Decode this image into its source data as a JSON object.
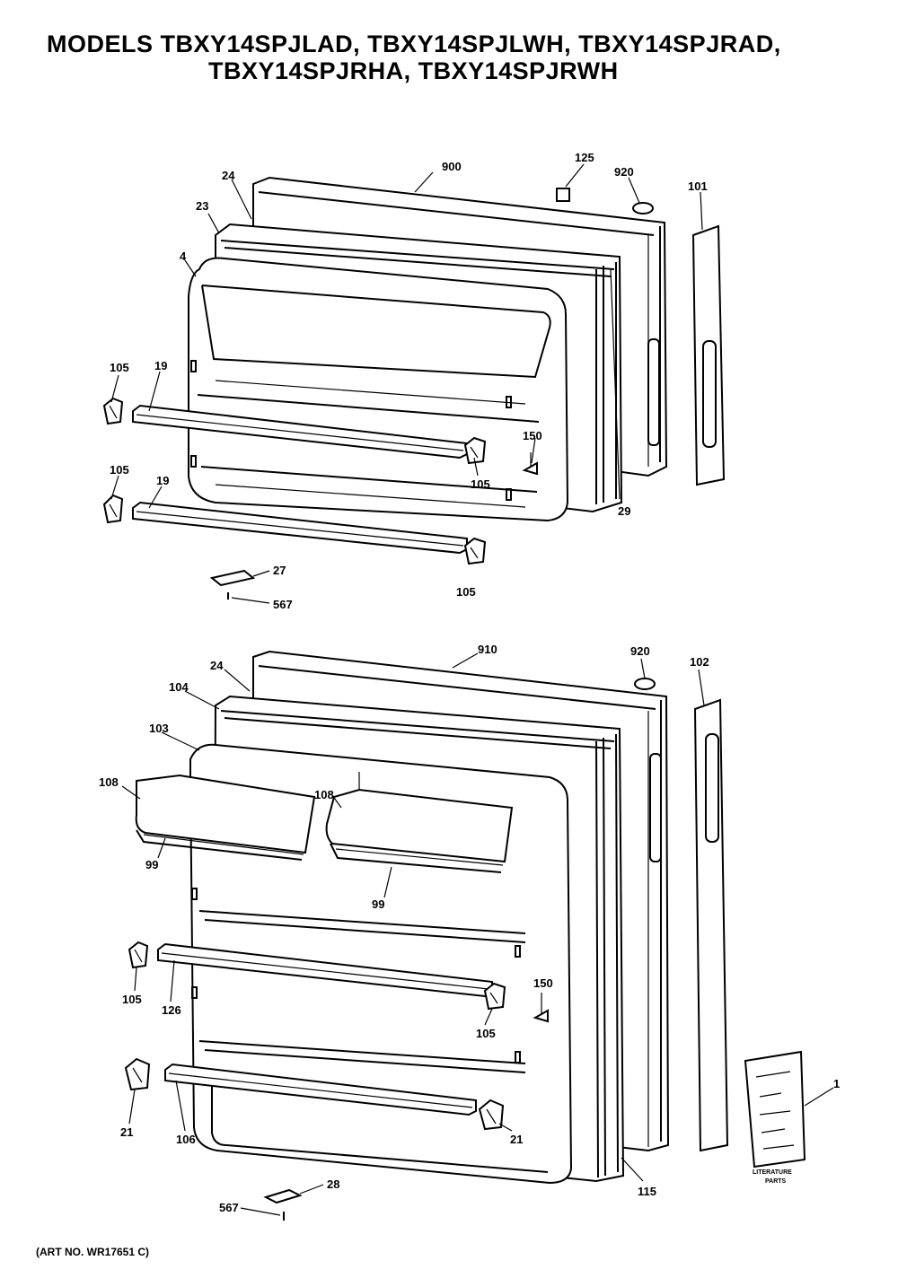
{
  "title": {
    "line1": "MODELS TBXY14SPJLAD, TBXY14SPJLWH, TBXY14SPJRAD,",
    "line2": "TBXY14SPJRHA, TBXY14SPJRWH"
  },
  "freezer_labels": {
    "l900": "900",
    "l125": "125",
    "l920": "920",
    "l101": "101",
    "l24": "24",
    "l23": "23",
    "l4": "4",
    "l105a": "105",
    "l19a": "19",
    "l105b": "105",
    "l150": "150",
    "l105c": "105",
    "l19b": "19",
    "l29": "29",
    "l27": "27",
    "l567": "567",
    "l105d": "105"
  },
  "fresh_labels": {
    "l910": "910",
    "l920": "920",
    "l102": "102",
    "l24": "24",
    "l104": "104",
    "l103": "103",
    "l108a": "108",
    "l108b": "108",
    "l99a": "99",
    "l99b": "99",
    "l105a": "105",
    "l126": "126",
    "l150": "150",
    "l105b": "105",
    "l21a": "21",
    "l106": "106",
    "l21b": "21",
    "l1": "1",
    "l28": "28",
    "l567": "567",
    "l115": "115"
  },
  "literature": {
    "line1": "LITERATURE",
    "line2": "PARTS"
  },
  "art_no": "(ART NO. WR17651 C)"
}
